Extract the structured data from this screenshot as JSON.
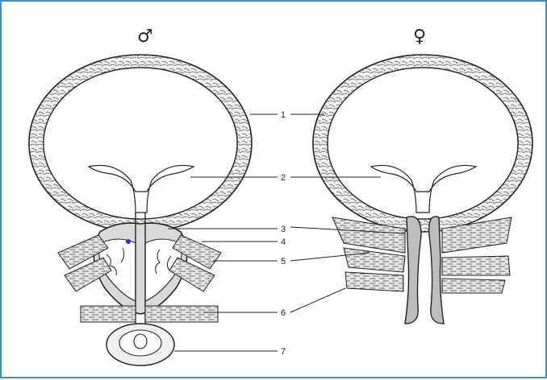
{
  "diagram": {
    "gender_symbols": {
      "male": "♂",
      "female": "♀"
    },
    "labels": [
      "1",
      "2",
      "3",
      "4",
      "5",
      "6",
      "7"
    ],
    "colors": {
      "frame": "#3f8fbf",
      "ink": "#222222",
      "muscle": "#e9e9e9",
      "blue_dot": "#2233cc"
    }
  }
}
